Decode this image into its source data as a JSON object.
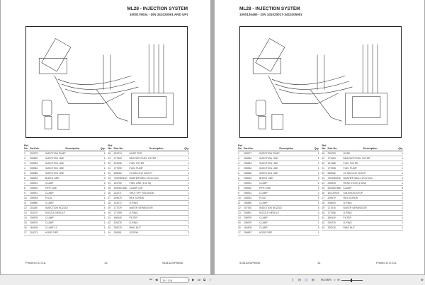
{
  "pages": [
    {
      "title": "ML28 - INJECTION SYSTEM",
      "subtitle": "1000179034 - (SN 341020591 AND UP)",
      "headers": {
        "ref": "Ref.\nNo.",
        "part": "Part No.",
        "desc": "Description",
        "qty": "Qty."
      },
      "footer": {
        "left": "Printed in U.S.A",
        "center": "13",
        "right": "918132/DP0606"
      },
      "rows": [
        [
          "1",
          "203275",
          "INJECTION PUMP",
          "1"
        ],
        [
          "2",
          "208982",
          "INJECTION LINE",
          "1"
        ],
        [
          "3",
          "208983",
          "INJECTION LINE",
          "1"
        ],
        [
          "4",
          "208984",
          "INJECTION LINE",
          "1"
        ],
        [
          "5",
          "208985",
          "INJECTION LINE",
          "1"
        ],
        [
          "6",
          "208933",
          "BLEED LINE",
          "3"
        ],
        [
          "7",
          "208931",
          "CLAMP",
          "6"
        ],
        [
          "8",
          "208932",
          "PIPE LINE",
          "1"
        ],
        [
          "9",
          "208931",
          "CLAMP",
          "2"
        ],
        [
          "10",
          "208934",
          "PLUG",
          "1"
        ],
        [
          "11",
          "208880",
          "CLAMP",
          "1"
        ],
        [
          "12",
          "203260",
          "INJECTION NOZZLE",
          "4"
        ],
        [
          "13",
          "203270",
          "NOZZLE NEEDLE",
          "4"
        ],
        [
          "14",
          "208978",
          "CLAMP",
          "1"
        ],
        [
          "15",
          "208979",
          "CLAMP",
          "1"
        ],
        [
          "16",
          "184405",
          "CLAMP 12",
          "4"
        ],
        [
          "17",
          "203273",
          "HOSE PIPE",
          "1"
        ],
        [
          "18",
          "203274",
          "HOSE PIPE",
          "1"
        ],
        [
          "19",
          "177820",
          "BRACKET/FUEL FILTER",
          "1"
        ],
        [
          "20",
          "203498",
          "FUEL FILTER",
          "1"
        ],
        [
          "21",
          "177599",
          "FUEL PUMP",
          "1"
        ],
        [
          "22",
          "698082",
          "CS M6-1X12 C8.8 ZY",
          "2"
        ],
        [
          "23",
          "7451980100",
          "WASHER Ø6.4-14X1V A2C",
          "2"
        ],
        [
          "24",
          "203750",
          "FUEL LINE (1.00 M)",
          "1"
        ],
        [
          "25",
          "3000807680",
          "CLAMP 12B",
          "6"
        ],
        [
          "26",
          "203271",
          "SHUT OFF SOLENOID",
          "1"
        ],
        [
          "27",
          "209579",
          "HEX SCREW",
          "2"
        ],
        [
          "28",
          "203272",
          "O-RING",
          "1"
        ],
        [
          "29",
          "177079",
          "WATER SEPARATOR",
          "1"
        ],
        [
          "30",
          "177059",
          "O-RING",
          "1"
        ],
        [
          "31",
          "186340",
          "FILTER",
          "1"
        ],
        [
          "32",
          "209275",
          "O-RING",
          "1"
        ],
        [
          "33",
          "209279",
          "RING NUT",
          "1"
        ],
        [
          "34",
          "208281",
          "SCREW",
          "2"
        ]
      ]
    },
    {
      "title": "ML28 - INJECTION SYSTEM",
      "subtitle": "1000130480 - (SN 341020017-341020590)",
      "headers": {
        "ref": "Ref.\nNo.",
        "part": "Part No.",
        "desc": "Description",
        "qty": "Qty."
      },
      "footer": {
        "left": "918132/DP0606",
        "center": "14",
        "right": "Printed in U.S.A"
      },
      "rows": [
        [
          "1",
          "208977",
          "INJECTION PUMP",
          "1"
        ],
        [
          "2",
          "208982",
          "INJECTION LINE",
          "1"
        ],
        [
          "3",
          "208983",
          "INJECTION LINE",
          "1"
        ],
        [
          "4",
          "208984",
          "INJECTION LINE",
          "1"
        ],
        [
          "5",
          "208985",
          "INJECTION LINE",
          "1"
        ],
        [
          "6",
          "208933",
          "BLEED LINE",
          "3"
        ],
        [
          "7",
          "208931",
          "CLAMP",
          "6"
        ],
        [
          "8",
          "208932",
          "PIPE LINE",
          "1"
        ],
        [
          "9",
          "208931",
          "CLAMP",
          "2"
        ],
        [
          "10",
          "208934",
          "PLUG",
          "1"
        ],
        [
          "11",
          "208880",
          "CLAMP",
          "1"
        ],
        [
          "12",
          "207392",
          "INJECTION NOZZLE",
          "4"
        ],
        [
          "13",
          "208891",
          "NOZZLE NEEDLE",
          "4"
        ],
        [
          "14",
          "208978",
          "CLAMP",
          "1"
        ],
        [
          "15",
          "208979",
          "CLAMP",
          "1"
        ],
        [
          "16",
          "184405",
          "CLAMP",
          "4"
        ],
        [
          "17",
          "208987",
          "HOSE PIPE",
          "1"
        ],
        [
          "18",
          "209753",
          "HOSE",
          "1"
        ],
        [
          "19",
          "177663",
          "BRACKET/FUEL FILTER",
          "1"
        ],
        [
          "20",
          "137488",
          "FUEL FILTER",
          "1"
        ],
        [
          "21",
          "177598",
          "FUEL PUMP",
          "1"
        ],
        [
          "22",
          "698082",
          "CS M6-1X12 C8.8 ZY",
          "2"
        ],
        [
          "23",
          "7451980100",
          "WASHER Ø6.4-14X1V A2C",
          "2"
        ],
        [
          "24",
          "208918",
          "HOSE D 8X3 (1.00M)",
          "1"
        ],
        [
          "25",
          "3000807680",
          "CLAMP",
          "8"
        ],
        [
          "26",
          "425-20925",
          "SOLENOID STOP",
          "1"
        ],
        [
          "27",
          "209579",
          "HEX SCREW",
          "2"
        ],
        [
          "28",
          "208503",
          "O-RING",
          "1"
        ],
        [
          "29",
          "177676",
          "WATER SEPARATOR",
          "1"
        ],
        [
          "30",
          "177656",
          "O-RING",
          "1"
        ],
        [
          "31",
          "186340",
          "FILTER",
          "1"
        ],
        [
          "32",
          "209275",
          "O-RING",
          "1"
        ],
        [
          "33",
          "209276",
          "RING NUT",
          "1"
        ]
      ]
    }
  ],
  "toolbar": {
    "page_input": "15 / 116",
    "zoom": "90.56%"
  }
}
